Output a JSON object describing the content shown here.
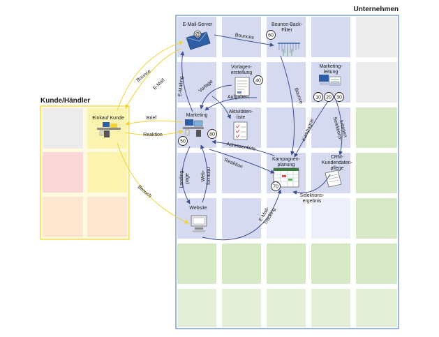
{
  "titles": {
    "company": "Unternehmen",
    "customer": "Kunde/Händler"
  },
  "nodes": {
    "email_server": "E-Mail-Server",
    "bounce_filter_1": "Bounce-Back-",
    "bounce_filter_2": "Filter",
    "templates_1": "Vorlagen-",
    "templates_2": "erstellung",
    "marketing_lead_1": "Marketing-",
    "marketing_lead_2": "leitung",
    "marketing": "Marketing",
    "activities_1": "Aktivitäten-",
    "activities_2": "liste",
    "campaign_1": "Kampagnen-",
    "campaign_2": "planung",
    "crm_1": "CRM-",
    "crm_2": "Kundendaten-",
    "crm_3": "pflege",
    "website": "Website",
    "customer_purchase": "Einkauf Kunde"
  },
  "edges": {
    "bounces": "Bounces",
    "bounce_right": "Bounce",
    "bounce_left": "Bounce",
    "email": "E-Mail",
    "mailing": "E-Mailing",
    "template": "Vorlage",
    "tasks": "Aufgaben",
    "letter": "Brief",
    "reaction_left": "Reaktion",
    "reaction_mid": "Reaktion",
    "address_list": "Adressenliste",
    "campaign": "Kampagne",
    "selection_1": "Selektions-",
    "selection_2": "kriterien",
    "selection_result_1": "Selektions-",
    "selection_result_2": "ergebnis",
    "landing_1": "Landing-",
    "landing_2": "page",
    "webform_1": "Web-",
    "webform_2": "formular",
    "visit": "Besuch",
    "tracking_1": "E-Mail-",
    "tracking_2": "Tracking"
  },
  "badges": {
    "b10": "10",
    "b20": "20",
    "b30": "30",
    "b40": "40",
    "b50": "50",
    "b60": "60",
    "b70": "70",
    "b80": "80"
  },
  "colors": {
    "company_cell": "#d5daf0",
    "company_alt": "#edf0fa",
    "green_dark": "#d7e8c6",
    "green_light": "#e3efd7",
    "grey_cell": "#ececec",
    "customer_frame": "#f2d230",
    "customer_bg": "#fefbe1",
    "customer_yellow": "#fbf4b0",
    "customer_pink": "#fad7d7",
    "customer_orange": "#fde6cf",
    "arrow_blue": "#3d4f8f",
    "frame_blue": "#3b6fb6"
  }
}
